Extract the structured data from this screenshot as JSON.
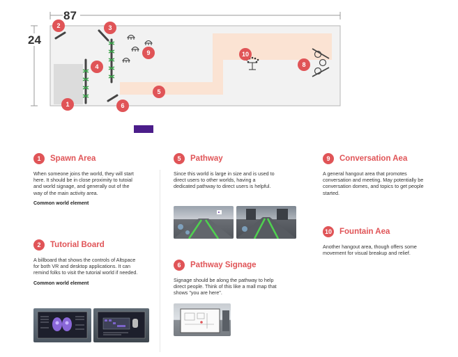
{
  "map": {
    "width_label": "87",
    "height_label": "24",
    "markers": [
      "1",
      "2",
      "3",
      "4",
      "5",
      "6",
      "8",
      "9",
      "10"
    ],
    "colors": {
      "floor": "#f2f2f2",
      "pathway": "#fbe3d3",
      "spawn": "#dcdcdc",
      "badge": "#e05457",
      "legend_swatch": "#4b1d8a"
    }
  },
  "sections": {
    "s1": {
      "num": "1",
      "title": "Spawn Area",
      "desc": "When someone joins the world, they will start here. It should be in close proximity to tutoial and world signage, and generally out of the way of the main activity area.",
      "note": "Common world element"
    },
    "s2": {
      "num": "2",
      "title": "Tutorial Board",
      "desc": "A billboard that shows the controls of Altspace for both VR and desktop applications. It can remind folks to visit the tutorial world if needed.",
      "note": "Common world element"
    },
    "s5": {
      "num": "5",
      "title": "Pathway",
      "desc": "Since this world is large in size and is used to direct users to other worlds, having a dedicated pathway to direct users is helpful."
    },
    "s6": {
      "num": "6",
      "title": "Pathway Signage",
      "desc": "Signage should be along the pathway to help direct people. Think of this like a mall map that shows \"you are here\"."
    },
    "s9": {
      "num": "9",
      "title": "Conversation Aea",
      "desc": "A general hangout area that promotes conversation and meeting. May potentially be conversation domes, and topics to get people started."
    },
    "s10": {
      "num": "10",
      "title": "Fountain Aea",
      "desc": "Another hangout area, though offers some movement for visual breakup and relief."
    }
  }
}
